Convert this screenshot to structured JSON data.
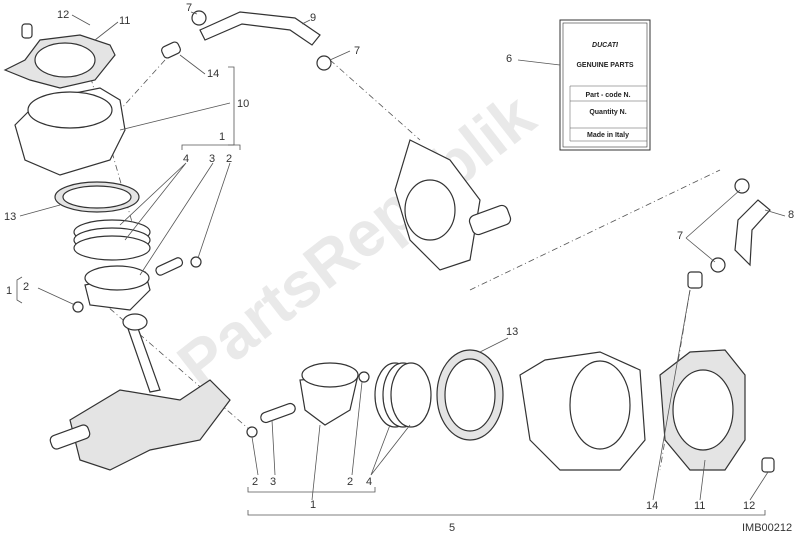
{
  "diagram_code": "IMB00212",
  "watermark": "PartsRepublik",
  "card": {
    "brand": "DUCATI",
    "title": "GENUINE PARTS",
    "rows": [
      "Part - code N.",
      "Quantity N.",
      "Made in Italy"
    ]
  },
  "callouts": {
    "c12a": "12",
    "c11a": "11",
    "c7a": "7",
    "c9": "9",
    "c7b": "7",
    "c14a": "14",
    "c10": "10",
    "c1a": "1",
    "c4a": "4",
    "c3a": "3",
    "c2a": "2",
    "c13a": "13",
    "c1b": "1",
    "c2b": "2",
    "c6": "6",
    "c8": "8",
    "c7c": "7",
    "c13b": "13",
    "c2c": "2",
    "c3b": "3",
    "c1c": "1",
    "c2d": "2",
    "c4b": "4",
    "c5": "5",
    "c14b": "14",
    "c11b": "11",
    "c12b": "12"
  }
}
